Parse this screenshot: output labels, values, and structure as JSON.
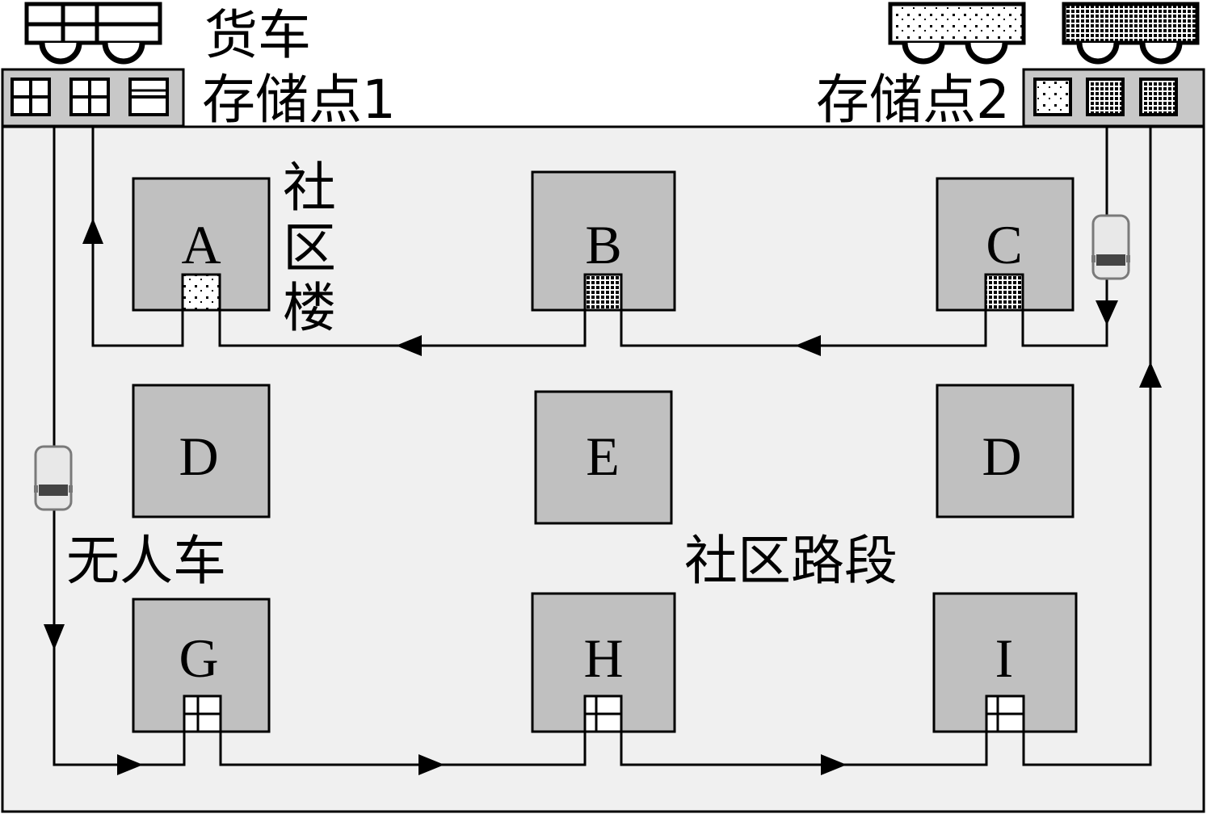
{
  "labels": {
    "truck": "货车",
    "storage1": "存储点1",
    "storage2": "存储点2",
    "community_building": [
      "社",
      "区",
      "楼"
    ],
    "unmanned_vehicle": "无人车",
    "community_road": "社区路段"
  },
  "buildings": [
    {
      "id": "A",
      "locker": "dots"
    },
    {
      "id": "B",
      "locker": "dense"
    },
    {
      "id": "C",
      "locker": "dense"
    },
    {
      "id": "D",
      "locker": "none"
    },
    {
      "id": "E",
      "locker": "none"
    },
    {
      "id": "D",
      "locker": "none"
    },
    {
      "id": "G",
      "locker": "grid"
    },
    {
      "id": "H",
      "locker": "grid"
    },
    {
      "id": "I",
      "locker": "grid"
    }
  ],
  "colors": {
    "background": "#ffffff",
    "area": "#f0f0f0",
    "building": "#c0c0c0",
    "line": "#000000"
  }
}
